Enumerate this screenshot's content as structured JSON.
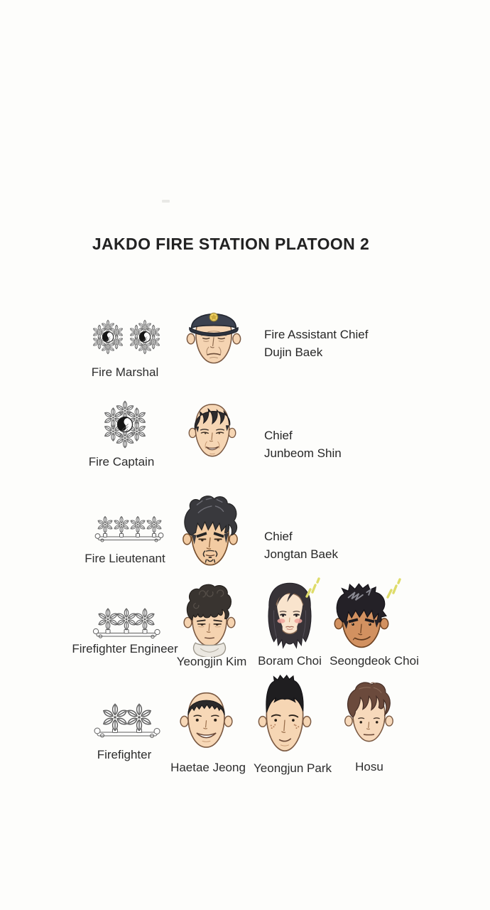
{
  "page": {
    "title": "JAKDO FIRE STATION PLATOON 2"
  },
  "colors": {
    "background": "#fdfdfb",
    "text": "#2b2b2b",
    "insignia_outline": "#5f5f5f",
    "cap_navy": "#3c4250",
    "badge_gold": "#eccf62",
    "sparkle_yellow": "#dedc6a",
    "skin_light": "#f6d6b4",
    "skin_pale": "#f9e4cd",
    "skin_tan": "#d29160",
    "hair_black": "#242127",
    "hair_brown": "#6b4a3c",
    "blush_pink": "#f0a39a"
  },
  "icons": {
    "fire_marshal": "two-taegeuk-flower-clusters-icon",
    "fire_captain": "taegeuk-flower-cluster-icon",
    "fire_lieutenant": "bar-with-4-flowers-icon",
    "firefighter_engineer": "bar-with-3-flowers-icon",
    "firefighter": "bar-with-2-flowers-icon",
    "decoration": "sparkle-icon"
  },
  "rows": [
    {
      "rank": "Fire Marshal",
      "members": [
        {
          "title": "Fire Assistant Chief",
          "name": "Dujin Baek"
        }
      ]
    },
    {
      "rank": "Fire Captain",
      "members": [
        {
          "title": "Chief",
          "name": "Junbeom Shin"
        }
      ]
    },
    {
      "rank": "Fire Lieutenant",
      "members": [
        {
          "title": "Chief",
          "name": "Jongtan Baek"
        }
      ]
    },
    {
      "rank": "Firefighter Engineer",
      "members": [
        {
          "name": "Yeongjin Kim"
        },
        {
          "name": "Boram Choi"
        },
        {
          "name": "Seongdeok Choi"
        }
      ]
    },
    {
      "rank": "Firefighter",
      "members": [
        {
          "name": "Haetae Jeong"
        },
        {
          "name": "Yeongjun Park"
        },
        {
          "name": "Hosu"
        }
      ]
    }
  ]
}
